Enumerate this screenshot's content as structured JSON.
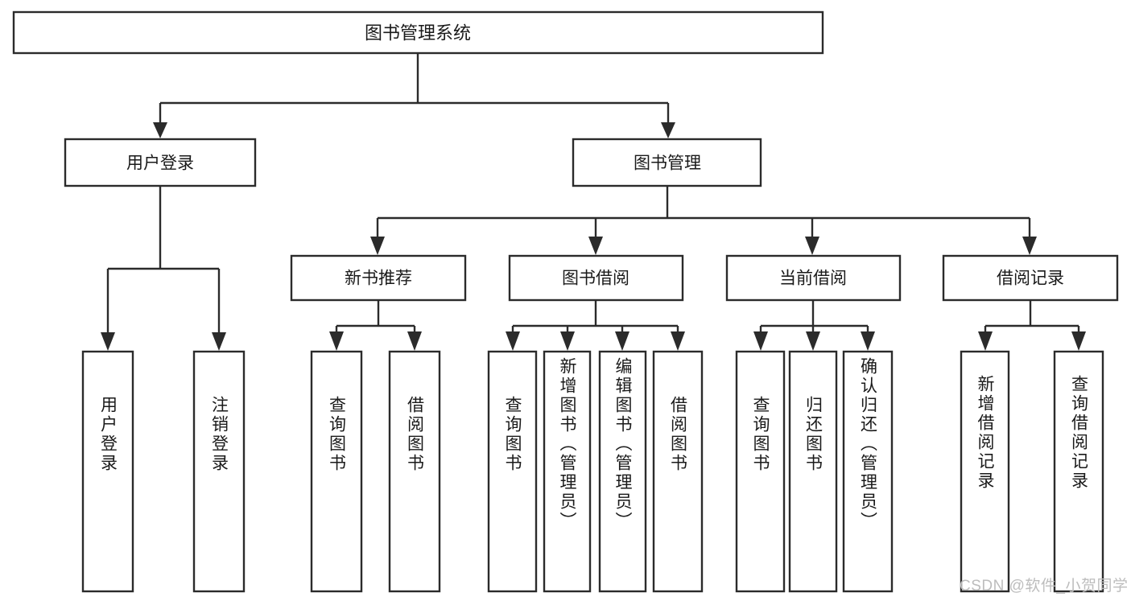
{
  "diagram": {
    "type": "tree-hierarchy",
    "title": "图书管理系统",
    "root": {
      "label": "图书管理系统",
      "level": 0
    },
    "level1": [
      {
        "label": "用户登录"
      },
      {
        "label": "图书管理"
      }
    ],
    "level2": [
      {
        "label": "新书推荐"
      },
      {
        "label": "图书借阅"
      },
      {
        "label": "当前借阅"
      },
      {
        "label": "借阅记录"
      }
    ],
    "leaves": {
      "user_login": [
        {
          "label": "用户登录"
        },
        {
          "label": "注销登录"
        }
      ],
      "new_book_recommend": [
        {
          "label": "查询图书"
        },
        {
          "label": "借阅图书"
        }
      ],
      "book_borrow": [
        {
          "label": "查询图书"
        },
        {
          "label": "新增图书（管理员）"
        },
        {
          "label": "编辑图书（管理员）"
        },
        {
          "label": "借阅图书"
        }
      ],
      "current_borrow": [
        {
          "label": "查询图书"
        },
        {
          "label": "归还图书"
        },
        {
          "label": "确认归还（管理员）"
        }
      ],
      "borrow_record": [
        {
          "label": "新增借阅记录"
        },
        {
          "label": "查询借阅记录"
        }
      ]
    }
  },
  "watermark": {
    "text": "CSDN @软件_小贺同学"
  },
  "colors": {
    "stroke": "#2b2b2b",
    "box_fill": "#ffffff",
    "text": "#1a1a1a",
    "watermark": "#bdbdbd",
    "background": "#ffffff"
  }
}
